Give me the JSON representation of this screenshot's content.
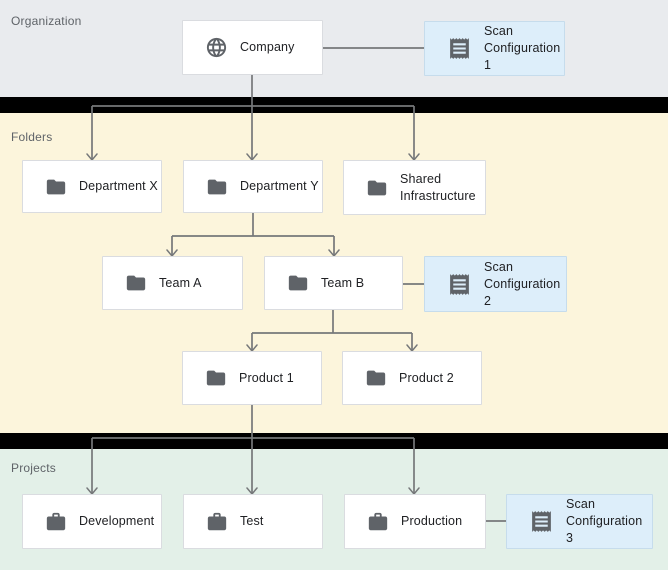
{
  "sections": {
    "organization": {
      "label": "Organization"
    },
    "folders": {
      "label": "Folders"
    },
    "projects": {
      "label": "Projects"
    }
  },
  "nodes": {
    "company": {
      "label": "Company",
      "icon": "globe-icon",
      "section": "organization"
    },
    "scan_config_1": {
      "label": "Scan Configuration 1",
      "icon": "receipt-icon",
      "section": "organization",
      "highlighted": true
    },
    "department_x": {
      "label": "Department X",
      "icon": "folder-icon",
      "section": "folders"
    },
    "department_y": {
      "label": "Department Y",
      "icon": "folder-icon",
      "section": "folders"
    },
    "shared_infrastructure": {
      "label": "Shared Infrastructure",
      "icon": "folder-icon",
      "section": "folders"
    },
    "team_a": {
      "label": "Team A",
      "icon": "folder-icon",
      "section": "folders"
    },
    "team_b": {
      "label": "Team B",
      "icon": "folder-icon",
      "section": "folders"
    },
    "scan_config_2": {
      "label": "Scan Configuration 2",
      "icon": "receipt-icon",
      "section": "folders",
      "highlighted": true
    },
    "product_1": {
      "label": "Product 1",
      "icon": "folder-icon",
      "section": "folders"
    },
    "product_2": {
      "label": "Product 2",
      "icon": "folder-icon",
      "section": "folders"
    },
    "development": {
      "label": "Development",
      "icon": "briefcase-icon",
      "section": "projects"
    },
    "test": {
      "label": "Test",
      "icon": "briefcase-icon",
      "section": "projects"
    },
    "production": {
      "label": "Production",
      "icon": "briefcase-icon",
      "section": "projects"
    },
    "scan_config_3": {
      "label": "Scan Configuration 3",
      "icon": "receipt-icon",
      "section": "projects",
      "highlighted": true
    }
  },
  "edges": [
    {
      "from": "company",
      "to": "scan_config_1",
      "style": "plain"
    },
    {
      "from": "company",
      "to": "department_x",
      "style": "arrow"
    },
    {
      "from": "company",
      "to": "department_y",
      "style": "arrow"
    },
    {
      "from": "company",
      "to": "shared_infrastructure",
      "style": "arrow"
    },
    {
      "from": "department_y",
      "to": "team_a",
      "style": "arrow"
    },
    {
      "from": "department_y",
      "to": "team_b",
      "style": "arrow"
    },
    {
      "from": "team_b",
      "to": "scan_config_2",
      "style": "plain"
    },
    {
      "from": "team_b",
      "to": "product_1",
      "style": "arrow"
    },
    {
      "from": "team_b",
      "to": "product_2",
      "style": "arrow"
    },
    {
      "from": "product_1",
      "to": "development",
      "style": "arrow"
    },
    {
      "from": "product_1",
      "to": "test",
      "style": "arrow"
    },
    {
      "from": "product_1",
      "to": "production",
      "style": "arrow"
    },
    {
      "from": "production",
      "to": "scan_config_3",
      "style": "plain"
    }
  ],
  "colors": {
    "organization_bg": "#e9ebee",
    "folders_bg": "#fcf5dc",
    "projects_bg": "#e3f0e8",
    "scan_node_bg": "#ddeefa",
    "scan_node_border": "#c6dcec",
    "node_bg": "#ffffff",
    "node_border": "#dadce0",
    "divider_bar": "#000000",
    "connector": "#76787a",
    "icon": "#5f6368",
    "node_text": "#202124",
    "section_label_text": "#5f6368"
  }
}
